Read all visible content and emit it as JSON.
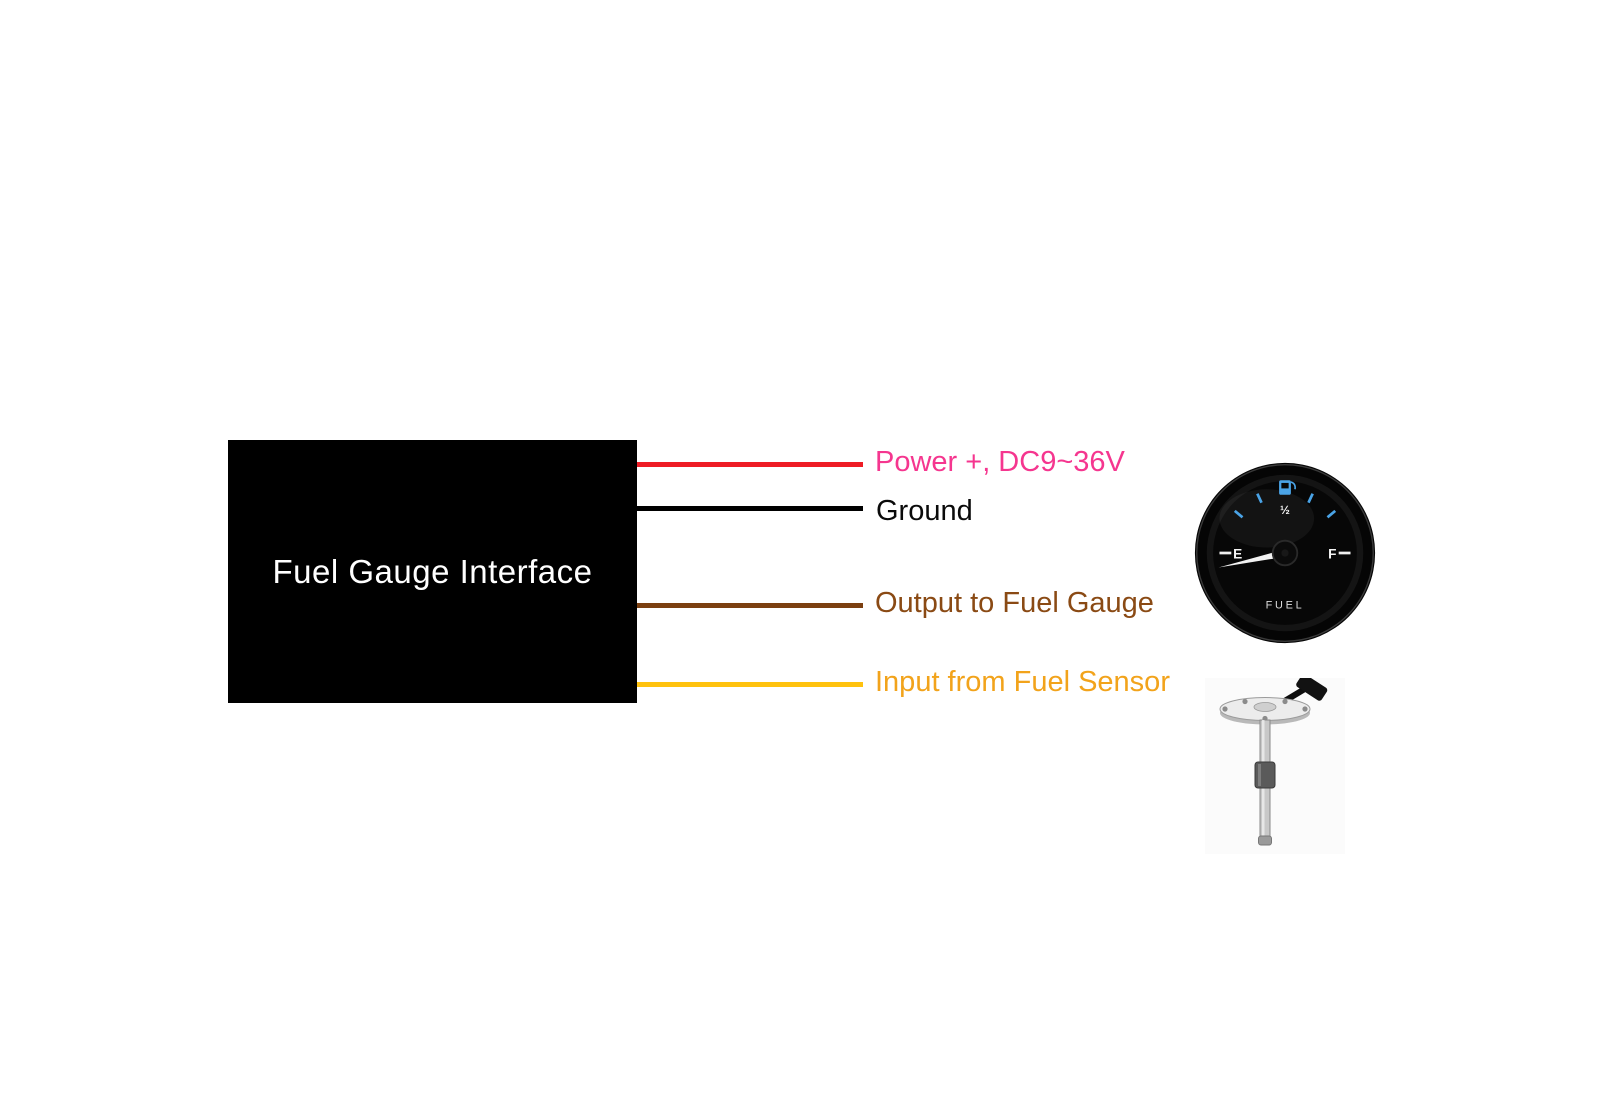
{
  "diagram": {
    "interface_box": {
      "label": "Fuel Gauge Interface",
      "bg_color": "#000000",
      "text_color": "#ffffff"
    },
    "wires": [
      {
        "id": "power",
        "label": "Power +, DC9~36V",
        "wire_color": "#ee1c25",
        "label_color": "#f5368f"
      },
      {
        "id": "ground",
        "label": "Ground",
        "wire_color": "#000000",
        "label_color": "#0a0a0a"
      },
      {
        "id": "output",
        "label": "Output to Fuel Gauge",
        "wire_color": "#7b3f10",
        "label_color": "#8a4a14"
      },
      {
        "id": "input",
        "label": "Input from Fuel Sensor",
        "wire_color": "#ffc20e",
        "label_color": "#f2a31b"
      }
    ],
    "gauge": {
      "empty_label": "E",
      "half_label": "½",
      "full_label": "F",
      "name_label": "FUEL",
      "accent_color": "#4aa3e6"
    }
  }
}
